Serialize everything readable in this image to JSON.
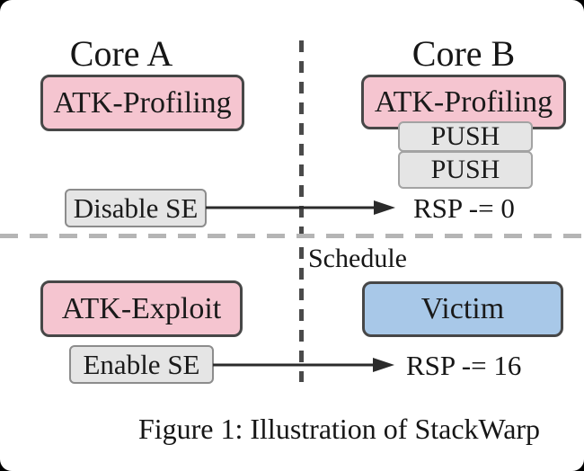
{
  "colors": {
    "pink": "#f5c5d0",
    "blue": "#a8c8e8",
    "gray": "#e5e5e5",
    "arrow": "#2b2b2b",
    "divider_dark": "#4a4a4a",
    "divider_light": "#b5b5b5"
  },
  "diagram": {
    "top_section": {
      "core_a": {
        "title": "Core A",
        "task_box": "ATK-Profiling",
        "action_box": "Disable SE"
      },
      "core_b": {
        "title": "Core B",
        "task_box": "ATK-Profiling",
        "stack_ops": [
          "PUSH",
          "PUSH"
        ],
        "rsp_effect": "RSP -= 0"
      }
    },
    "bottom_section": {
      "schedule_label": "Schedule",
      "core_a": {
        "task_box": "ATK-Exploit",
        "action_box": "Enable SE"
      },
      "core_b": {
        "task_box": "Victim",
        "rsp_effect": "RSP -= 16"
      }
    },
    "caption": "Figure 1: Illustration of StackWarp"
  }
}
